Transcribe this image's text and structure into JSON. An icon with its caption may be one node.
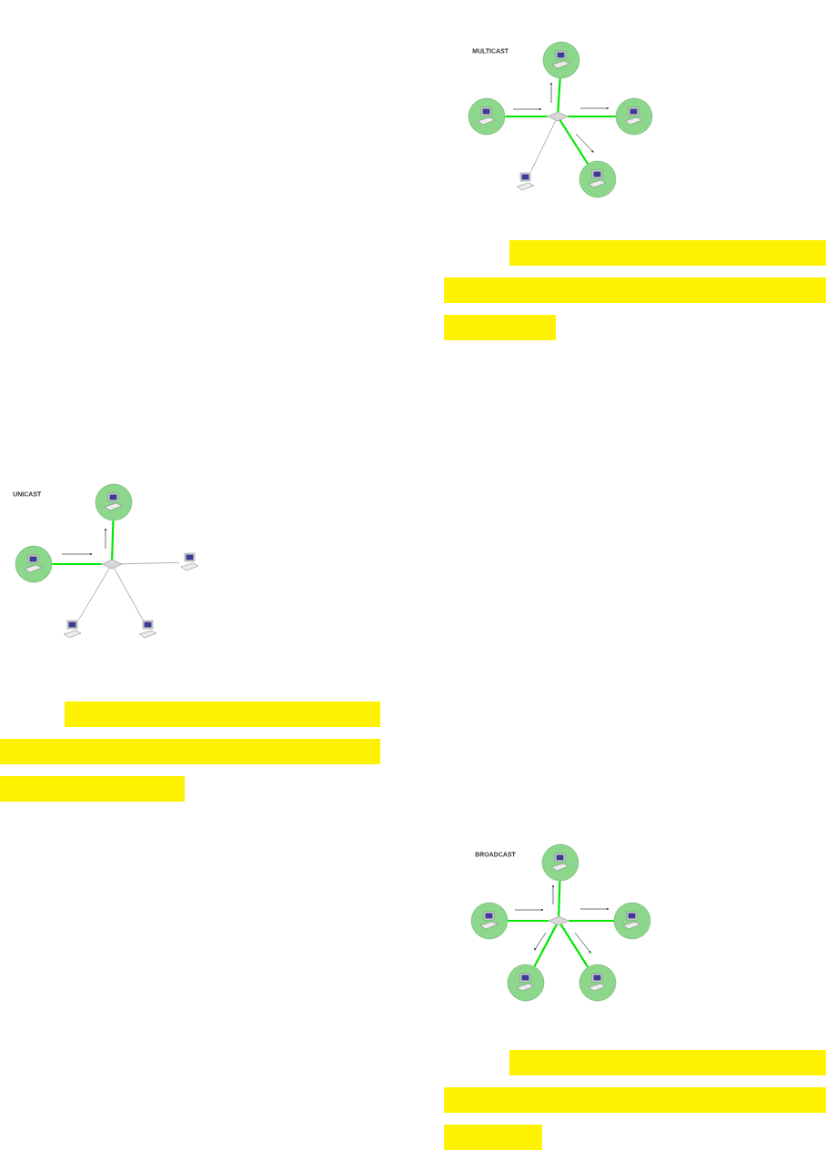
{
  "diagram": {
    "nodes": [
      {
        "text": [],
        "shape": "diamond"
      },
      {
        "text": [],
        "shape": "picture"
      },
      {
        "text": [],
        "shape": "picture"
      },
      {
        "text": [],
        "shape": "picture"
      },
      {
        "text": [],
        "shape": "picture"
      },
      {
        "text": [],
        "shape": "picture"
      },
      {
        "text": [],
        "shape": "diamond"
      },
      {
        "text": [],
        "shape": "picture"
      },
      {
        "text": [],
        "shape": "picture"
      },
      {
        "text": [],
        "shape": "picture"
      },
      {
        "text": [],
        "shape": "picture"
      },
      {
        "text": [],
        "shape": "picture"
      },
      {
        "text": [],
        "shape": "diamond"
      },
      {
        "text": [],
        "shape": "picture"
      },
      {
        "text": [],
        "shape": "picture"
      },
      {
        "text": [],
        "shape": "picture"
      },
      {
        "text": [],
        "shape": "picture"
      },
      {
        "text": [],
        "shape": "picture"
      }
    ],
    "edges": [
      {
        "from": 0,
        "to": 1,
        "arrow": "none"
      },
      {
        "from": 0,
        "to": 2,
        "arrow": "none"
      },
      {
        "from": 0,
        "to": 3,
        "arrow": "none"
      },
      {
        "from": 0,
        "to": 4,
        "arrow": "none",
        "color": "#999999"
      },
      {
        "from": 0,
        "to": 5,
        "arrow": "none"
      },
      {
        "from": 6,
        "to": 7,
        "arrow": "none"
      },
      {
        "from": 6,
        "to": 8,
        "arrow": "none"
      },
      {
        "from": 6,
        "to": 9,
        "arrow": "none",
        "color": "#999999"
      },
      {
        "from": 6,
        "to": 10,
        "arrow": "none",
        "color": "#999999"
      },
      {
        "from": 6,
        "to": 11,
        "arrow": "none",
        "color": "#999999"
      },
      {
        "from": 12,
        "to": 13,
        "arrow": "none"
      },
      {
        "from": 12,
        "to": 14,
        "arrow": "none"
      },
      {
        "from": 12,
        "to": 15,
        "arrow": "none"
      },
      {
        "from": 12,
        "to": 16,
        "arrow": "none"
      },
      {
        "from": 12,
        "to": 17,
        "arrow": "none"
      }
    ],
    "labels": [
      "MULTICAST",
      "UNICAST",
      "BROADCAST"
    ]
  }
}
